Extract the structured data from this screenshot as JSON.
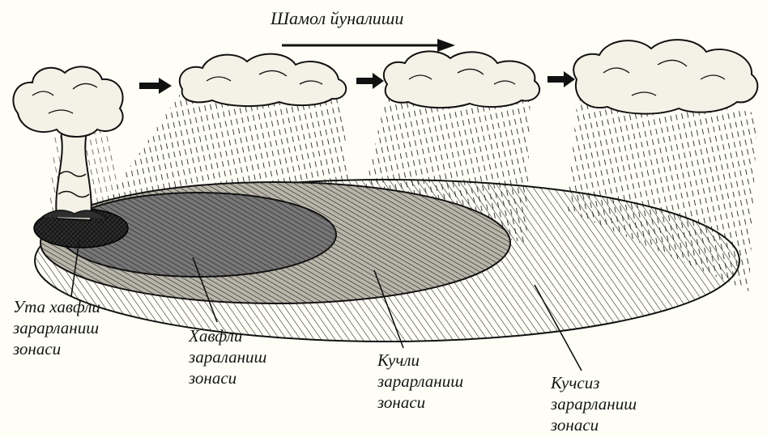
{
  "wind": {
    "label": "Шамол йуналиши"
  },
  "zones": {
    "extreme": {
      "lines": [
        "Ута хавфли",
        "зарарланиш",
        "зонаси"
      ]
    },
    "dangerous": {
      "lines": [
        "Хавфли",
        "зараланиш",
        "зонаси"
      ]
    },
    "strong": {
      "lines": [
        "Кучли",
        "зарарланиш",
        "зонаси"
      ]
    },
    "weak": {
      "lines": [
        "Кучсиз",
        "зарарланиш",
        "зонаси"
      ]
    }
  },
  "colors": {
    "paper": "#fffef6",
    "ink": "#161616",
    "cloud_fill": "#f4f1e6",
    "extreme_fill": "#2e2e2e",
    "dangerous_fill": "#777777",
    "strong_fill": "#b9b6aa"
  }
}
